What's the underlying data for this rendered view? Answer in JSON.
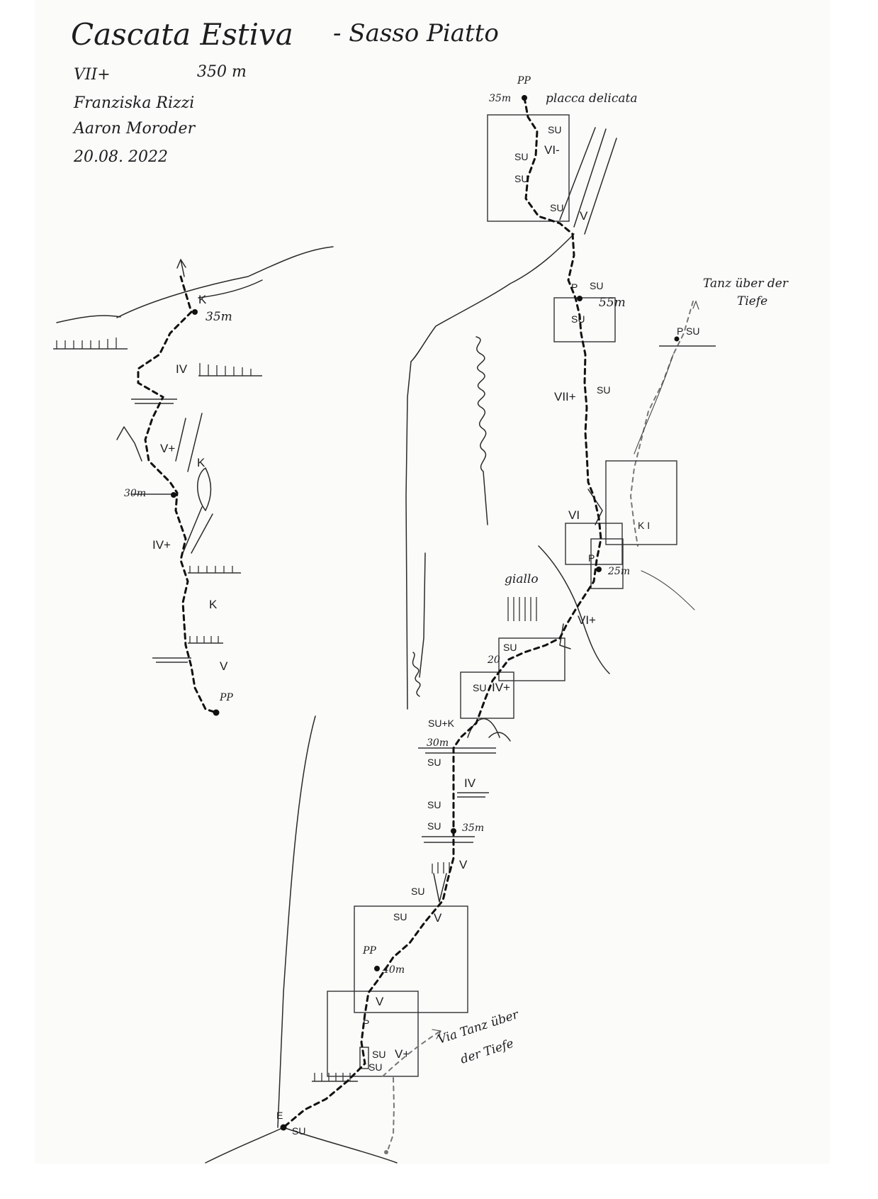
{
  "header": {
    "title": "Cascata Estiva",
    "subtitle": "- Sasso Piatto",
    "grade": "VII+",
    "length": "350 m",
    "author_1": "Franziska Rizzi",
    "author_2": "Aaron Moroder",
    "date": "20.08. 2022"
  },
  "left_topo": {
    "anchor_top": "35m",
    "k_top": "K",
    "grade_1": "IV",
    "grade_2": "V+",
    "k_mid": "K",
    "anchor_mid": "30m",
    "grade_3": "IV+",
    "k_low": "K",
    "grade_4": "V",
    "pp": "PP"
  },
  "main_topo": {
    "top_anchor": "35m",
    "top_pp": "PP",
    "placca": "placca delicata",
    "su_a": "SU",
    "su_b": "SU",
    "su_c": "SU",
    "grade_vi_minus": "VI-",
    "su_d": "SU",
    "grade_v_top": "V",
    "p_1": "P",
    "su_e": "SU",
    "anchor_55": "55m",
    "su_f": "SU",
    "grade_vii_plus": "VII+",
    "su_g": "SU",
    "grade_vi": "VI",
    "p_2": "P",
    "anchor_25": "25m",
    "giallo": "giallo",
    "grade_vi_plus": "VI+",
    "anchor_20": "20",
    "su_h": "SU",
    "su_i": "SU",
    "grade_iv_plus": "IV+",
    "su_k": "SU+K",
    "anchor_30": "30m",
    "su_j": "SU",
    "grade_iv": "IV",
    "su_l": "SU",
    "su_m": "SU",
    "anchor_35b": "35m",
    "grade_v_mid": "V",
    "su_n": "SU",
    "su_o": "SU",
    "grade_v_2": "V",
    "pp_2": "PP",
    "anchor_40": "40m",
    "grade_v_3": "V",
    "p_3": "P",
    "su_p": "SU",
    "grade_v_plus": "V+",
    "su_q": "SU",
    "e_label": "E",
    "su_start": "SU"
  },
  "right_topo": {
    "tanz_label_1": "Tanz über der",
    "tanz_label_2": "Tiefe",
    "p_su": "P SU",
    "k1": "K I"
  },
  "bottom": {
    "via_1": "Via Tanz über",
    "via_2": "der Tiefe"
  }
}
